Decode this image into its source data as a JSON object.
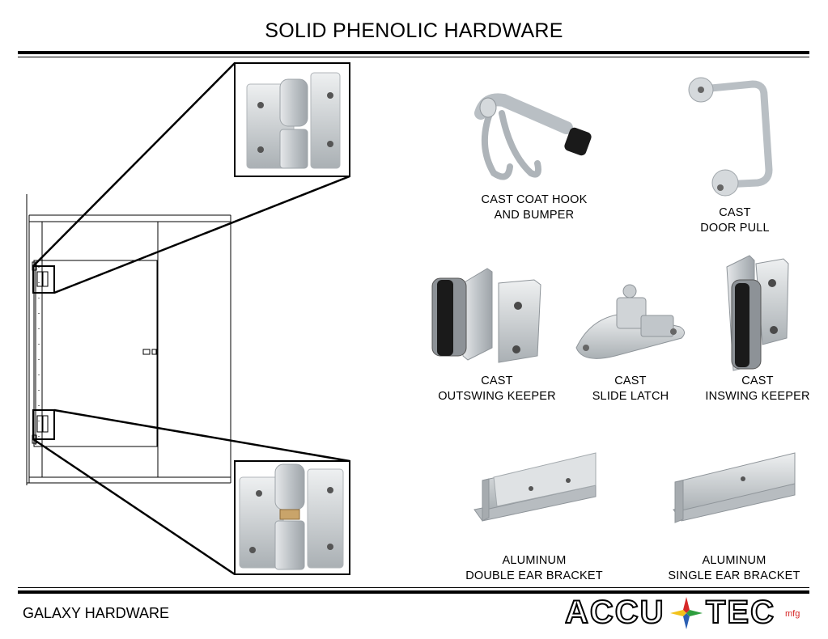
{
  "header": {
    "title": "SOLID PHENOLIC HARDWARE"
  },
  "items": [
    {
      "line1": "CAST COAT HOOK",
      "line2": "AND BUMPER",
      "icon": "coat-hook-icon"
    },
    {
      "line1": "CAST",
      "line2": "DOOR PULL",
      "icon": "door-pull-icon"
    },
    {
      "line1": "CAST",
      "line2": "OUTSWING KEEPER",
      "icon": "outswing-keeper-icon"
    },
    {
      "line1": "CAST",
      "line2": "SLIDE LATCH",
      "icon": "slide-latch-icon"
    },
    {
      "line1": "CAST",
      "line2": "INSWING KEEPER",
      "icon": "inswing-keeper-icon"
    },
    {
      "line1": "ALUMINUM",
      "line2": "DOUBLE EAR BRACKET",
      "icon": "double-ear-bracket-icon"
    },
    {
      "line1": "ALUMINUM",
      "line2": "SINGLE EAR BRACKET",
      "icon": "single-ear-bracket-icon"
    }
  ],
  "footer": {
    "left_text": "GALAXY HARDWARE"
  },
  "logo": {
    "part1": "ACCU",
    "part2": "TEC",
    "suffix": "mfg"
  },
  "colors": {
    "metal": "#c9cdd0",
    "metal_dark": "#8f959a",
    "rubber": "#1a1a1a",
    "logo_red": "#d62828",
    "logo_green": "#2e9e3e",
    "logo_blue": "#2b5fb3",
    "logo_yellow": "#f2c21b"
  }
}
